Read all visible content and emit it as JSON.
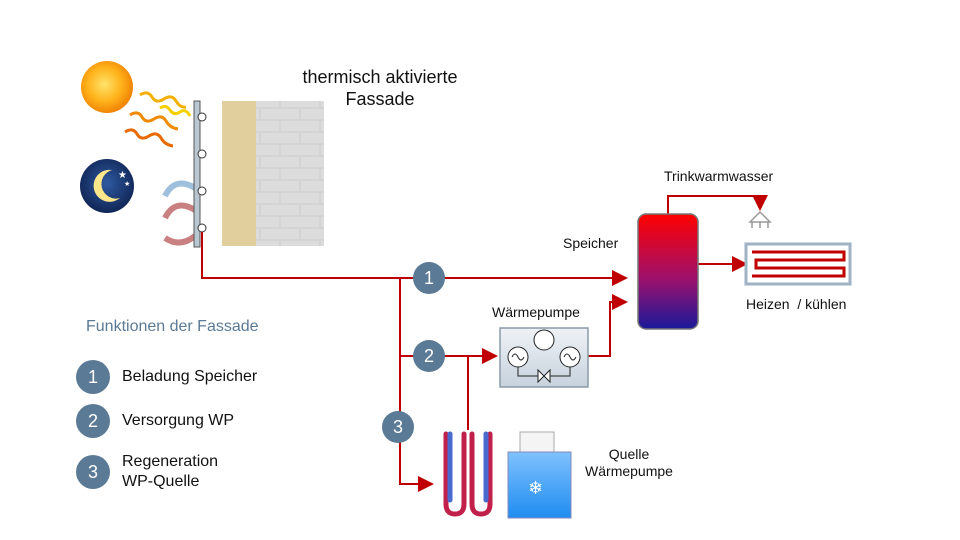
{
  "facade_title": "thermisch aktivierte\nFassade",
  "labels": {
    "trinkwarmwasser": "Trinkwarmwasser",
    "speicher": "Speicher",
    "waermepumpe": "Wärmepumpe",
    "heizen_kuehlen": "Heizen  / kühlen",
    "quelle_waermepumpe": "Quelle\nWärmepumpe"
  },
  "legend": {
    "title": "Funktionen der Fassade",
    "items": [
      {
        "number": "1",
        "text": "Beladung Speicher"
      },
      {
        "number": "2",
        "text": "Versorgung WP"
      },
      {
        "number": "3",
        "text": "Regeneration\nWP-Quelle"
      }
    ]
  },
  "flow_badges": [
    "1",
    "2",
    "3"
  ],
  "icons": {
    "sun": "sun-icon",
    "moon": "moon-icon",
    "snowflake": "❄"
  },
  "colors": {
    "pipe": "#c00000",
    "badge": "#5b7a95",
    "brick": "#d8d8d8",
    "insulation": "#e2cf9e"
  }
}
